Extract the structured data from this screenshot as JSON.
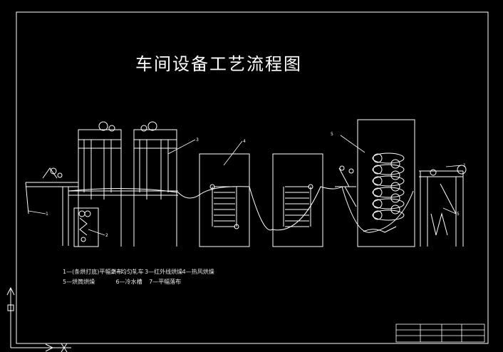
{
  "title": "车间设备工艺流程图",
  "legend": {
    "row1": [
      "1—(条烘打底)平幅烘布",
      "2—均匀轧车",
      "3—红外线烘燥",
      "4—热风烘燥"
    ],
    "row2": [
      "5—烘筒烘燥",
      "6—冷水槽",
      "7—平幅落布"
    ]
  },
  "callouts": [
    "1",
    "2",
    "3",
    "4",
    "5",
    "1",
    "5"
  ],
  "colors": {
    "background": "#000000",
    "lines": "#ffffff",
    "legend_text": "#e6e6e6"
  }
}
